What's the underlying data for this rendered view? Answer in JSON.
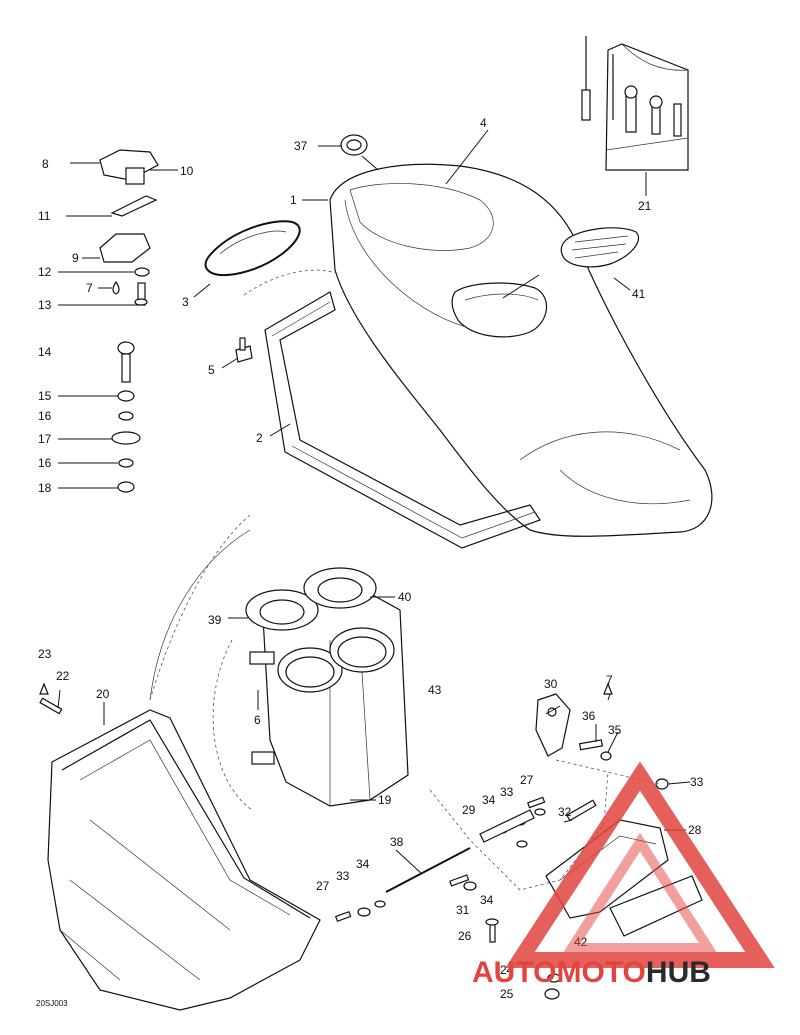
{
  "callouts": [
    {
      "id": "c1",
      "text": "1"
    },
    {
      "id": "c2",
      "text": "2"
    },
    {
      "id": "c3",
      "text": "3"
    },
    {
      "id": "c4",
      "text": "4"
    },
    {
      "id": "c5",
      "text": "5"
    },
    {
      "id": "c6",
      "text": "6"
    },
    {
      "id": "c7a",
      "text": "7"
    },
    {
      "id": "c7b",
      "text": "7"
    },
    {
      "id": "c8",
      "text": "8"
    },
    {
      "id": "c9",
      "text": "9"
    },
    {
      "id": "c10",
      "text": "10"
    },
    {
      "id": "c11",
      "text": "11"
    },
    {
      "id": "c12",
      "text": "12"
    },
    {
      "id": "c13",
      "text": "13"
    },
    {
      "id": "c14",
      "text": "14"
    },
    {
      "id": "c15",
      "text": "15"
    },
    {
      "id": "c16a",
      "text": "16"
    },
    {
      "id": "c16b",
      "text": "16"
    },
    {
      "id": "c17",
      "text": "17"
    },
    {
      "id": "c18",
      "text": "18"
    },
    {
      "id": "c19",
      "text": "19"
    },
    {
      "id": "c20",
      "text": "20"
    },
    {
      "id": "c21",
      "text": "21"
    },
    {
      "id": "c22",
      "text": "22"
    },
    {
      "id": "c23",
      "text": "23"
    },
    {
      "id": "c24",
      "text": "24"
    },
    {
      "id": "c25",
      "text": "25"
    },
    {
      "id": "c26",
      "text": "26"
    },
    {
      "id": "c27a",
      "text": "27"
    },
    {
      "id": "c27b",
      "text": "27"
    },
    {
      "id": "c28",
      "text": "28"
    },
    {
      "id": "c29",
      "text": "29"
    },
    {
      "id": "c30",
      "text": "30"
    },
    {
      "id": "c31",
      "text": "31"
    },
    {
      "id": "c32",
      "text": "32"
    },
    {
      "id": "c33a",
      "text": "33"
    },
    {
      "id": "c33b",
      "text": "33"
    },
    {
      "id": "c33c",
      "text": "33"
    },
    {
      "id": "c34a",
      "text": "34"
    },
    {
      "id": "c34b",
      "text": "34"
    },
    {
      "id": "c34c",
      "text": "34"
    },
    {
      "id": "c35",
      "text": "35"
    },
    {
      "id": "c36",
      "text": "36"
    },
    {
      "id": "c37",
      "text": "37"
    },
    {
      "id": "c38",
      "text": "38"
    },
    {
      "id": "c39",
      "text": "39"
    },
    {
      "id": "c40",
      "text": "40"
    },
    {
      "id": "c41",
      "text": "41"
    },
    {
      "id": "c42",
      "text": "42"
    },
    {
      "id": "c43",
      "text": "43"
    }
  ],
  "drawing_code": "20SJ003",
  "watermark": {
    "text_a": "AUTO",
    "text_b": "MOTO",
    "text_c": "HUB",
    "color_red": "#e2453f",
    "color_dark": "#2b2b2b"
  }
}
